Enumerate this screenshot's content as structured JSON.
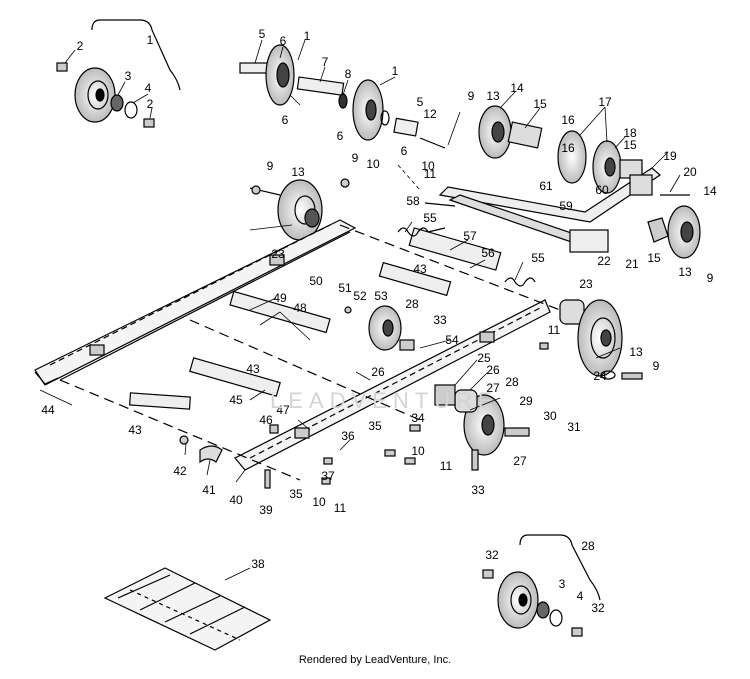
{
  "diagram": {
    "credit": "Rendered by LeadVenture, Inc.",
    "watermark": "LEADVENTURE",
    "callouts": [
      {
        "id": "c1",
        "t": "1"
      },
      {
        "id": "c2",
        "t": "2"
      },
      {
        "id": "c3",
        "t": "3"
      },
      {
        "id": "c4",
        "t": "4"
      },
      {
        "id": "c5",
        "t": "2"
      },
      {
        "id": "c6",
        "t": "5"
      },
      {
        "id": "c7",
        "t": "6"
      },
      {
        "id": "c8",
        "t": "1"
      },
      {
        "id": "c9",
        "t": "7"
      },
      {
        "id": "c10",
        "t": "8"
      },
      {
        "id": "c11",
        "t": "1"
      },
      {
        "id": "c12",
        "t": "6"
      },
      {
        "id": "c13",
        "t": "5"
      },
      {
        "id": "c14",
        "t": "12"
      },
      {
        "id": "c15",
        "t": "6"
      },
      {
        "id": "c16",
        "t": "6"
      },
      {
        "id": "c17",
        "t": "10"
      },
      {
        "id": "c18",
        "t": "11"
      },
      {
        "id": "c19",
        "t": "9"
      },
      {
        "id": "c20",
        "t": "13"
      },
      {
        "id": "c21",
        "t": "14"
      },
      {
        "id": "c22",
        "t": "15"
      },
      {
        "id": "c23",
        "t": "16"
      },
      {
        "id": "c24",
        "t": "17"
      },
      {
        "id": "c25",
        "t": "18"
      },
      {
        "id": "c26",
        "t": "16"
      },
      {
        "id": "c27",
        "t": "15"
      },
      {
        "id": "c28",
        "t": "19"
      },
      {
        "id": "c29",
        "t": "61"
      },
      {
        "id": "c30",
        "t": "60"
      },
      {
        "id": "c31",
        "t": "20"
      },
      {
        "id": "c32",
        "t": "58"
      },
      {
        "id": "c33",
        "t": "59"
      },
      {
        "id": "c34",
        "t": "9"
      },
      {
        "id": "c35",
        "t": "13"
      },
      {
        "id": "c36",
        "t": "9"
      },
      {
        "id": "c37",
        "t": "10"
      },
      {
        "id": "c38",
        "t": "22"
      },
      {
        "id": "c39",
        "t": "21"
      },
      {
        "id": "c40",
        "t": "14"
      },
      {
        "id": "c41",
        "t": "15"
      },
      {
        "id": "c42",
        "t": "13"
      },
      {
        "id": "c43",
        "t": "9"
      },
      {
        "id": "c44",
        "t": "23"
      },
      {
        "id": "c45",
        "t": "55"
      },
      {
        "id": "c46",
        "t": "57"
      },
      {
        "id": "c47",
        "t": "56"
      },
      {
        "id": "c48",
        "t": "55"
      },
      {
        "id": "c49",
        "t": "43"
      },
      {
        "id": "c50",
        "t": "50"
      },
      {
        "id": "c51",
        "t": "51"
      },
      {
        "id": "c52",
        "t": "52"
      },
      {
        "id": "c53",
        "t": "53"
      },
      {
        "id": "c54",
        "t": "28"
      },
      {
        "id": "c55",
        "t": "33"
      },
      {
        "id": "c56",
        "t": "54"
      },
      {
        "id": "c57",
        "t": "49"
      },
      {
        "id": "c58",
        "t": "48"
      },
      {
        "id": "c59",
        "t": "23"
      },
      {
        "id": "c60",
        "t": "11"
      },
      {
        "id": "c61",
        "t": "13"
      },
      {
        "id": "c62",
        "t": "9"
      },
      {
        "id": "c63",
        "t": "24"
      },
      {
        "id": "c64",
        "t": "43"
      },
      {
        "id": "c65",
        "t": "26"
      },
      {
        "id": "c66",
        "t": "25"
      },
      {
        "id": "c67",
        "t": "26"
      },
      {
        "id": "c68",
        "t": "27"
      },
      {
        "id": "c69",
        "t": "28"
      },
      {
        "id": "c70",
        "t": "44"
      },
      {
        "id": "c71",
        "t": "45"
      },
      {
        "id": "c72",
        "t": "43"
      },
      {
        "id": "c73",
        "t": "46"
      },
      {
        "id": "c74",
        "t": "47"
      },
      {
        "id": "c75",
        "t": "36"
      },
      {
        "id": "c76",
        "t": "34"
      },
      {
        "id": "c77",
        "t": "35"
      },
      {
        "id": "c78",
        "t": "10"
      },
      {
        "id": "c79",
        "t": "29"
      },
      {
        "id": "c80",
        "t": "30"
      },
      {
        "id": "c81",
        "t": "31"
      },
      {
        "id": "c82",
        "t": "27"
      },
      {
        "id": "c83",
        "t": "11"
      },
      {
        "id": "c84",
        "t": "33"
      },
      {
        "id": "c85",
        "t": "42"
      },
      {
        "id": "c86",
        "t": "41"
      },
      {
        "id": "c87",
        "t": "40"
      },
      {
        "id": "c88",
        "t": "39"
      },
      {
        "id": "c89",
        "t": "37"
      },
      {
        "id": "c90",
        "t": "35"
      },
      {
        "id": "c91",
        "t": "10"
      },
      {
        "id": "c92",
        "t": "11"
      },
      {
        "id": "c93",
        "t": "38"
      },
      {
        "id": "c94",
        "t": "28"
      },
      {
        "id": "c95",
        "t": "32"
      },
      {
        "id": "c96",
        "t": "3"
      },
      {
        "id": "c97",
        "t": "4"
      },
      {
        "id": "c98",
        "t": "32"
      }
    ]
  }
}
